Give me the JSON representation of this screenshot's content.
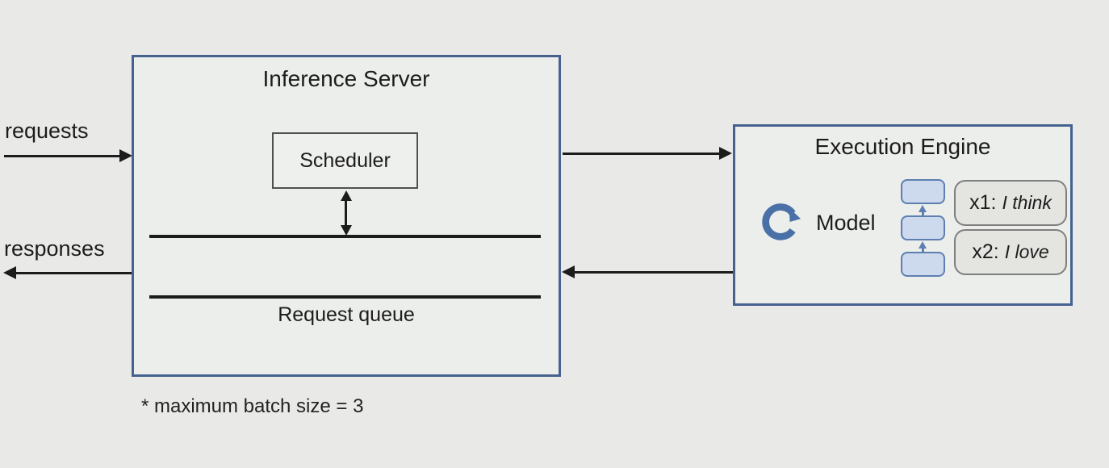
{
  "flows": {
    "requests_label": "requests",
    "responses_label": "responses"
  },
  "inference_server": {
    "title": "Inference Server",
    "scheduler_label": "Scheduler",
    "queue_label": "Request queue"
  },
  "execution_engine": {
    "title": "Execution Engine",
    "model_label": "Model",
    "loop_icon": "loop-refresh-icon",
    "batch": [
      {
        "id_label": "x1:",
        "text": "I think"
      },
      {
        "id_label": "x2:",
        "text": "I love"
      }
    ]
  },
  "footnote": "* maximum batch size = 3",
  "colors": {
    "background": "#e9eae8",
    "box_border_blue": "#45628f",
    "token_fill": "#cdd9ec",
    "token_border": "#5d7fb2",
    "badge_fill": "#e4e5e1",
    "badge_border": "#7f7f7f",
    "loop_icon_blue": "#4a70a8",
    "line_black": "#1c1c1c"
  }
}
